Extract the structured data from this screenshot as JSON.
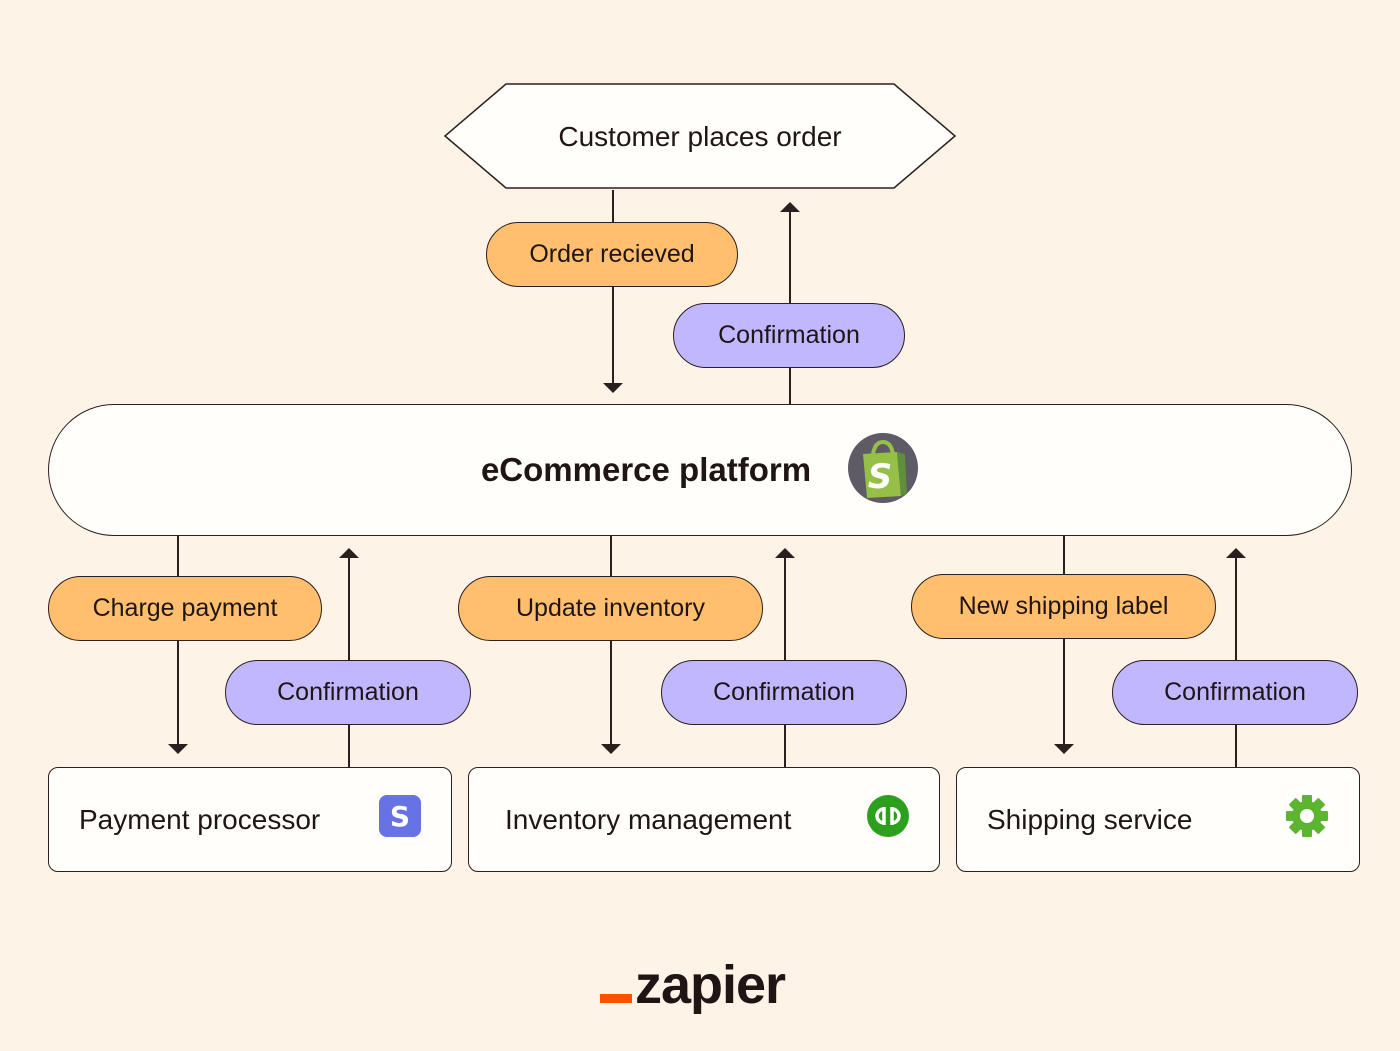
{
  "trigger": {
    "label": "Customer places order"
  },
  "top_flow": {
    "request": "Order recieved",
    "response": "Confirmation"
  },
  "platform": {
    "label": "eCommerce platform",
    "icon": "shopify-bag-icon"
  },
  "services": [
    {
      "label": "Payment processor",
      "icon": "stripe-s-icon",
      "request": "Charge payment",
      "response": "Confirmation"
    },
    {
      "label": "Inventory management",
      "icon": "quickbooks-icon",
      "request": "Update inventory",
      "response": "Confirmation"
    },
    {
      "label": "Shipping service",
      "icon": "gear-icon",
      "request": "New shipping label",
      "response": "Confirmation"
    }
  ],
  "colors": {
    "background": "#fdf3e6",
    "request_pill": "#ffbf6e",
    "response_pill": "#c1b7ff",
    "brand_accent": "#ff4f00"
  },
  "brand": {
    "name": "zapier"
  }
}
